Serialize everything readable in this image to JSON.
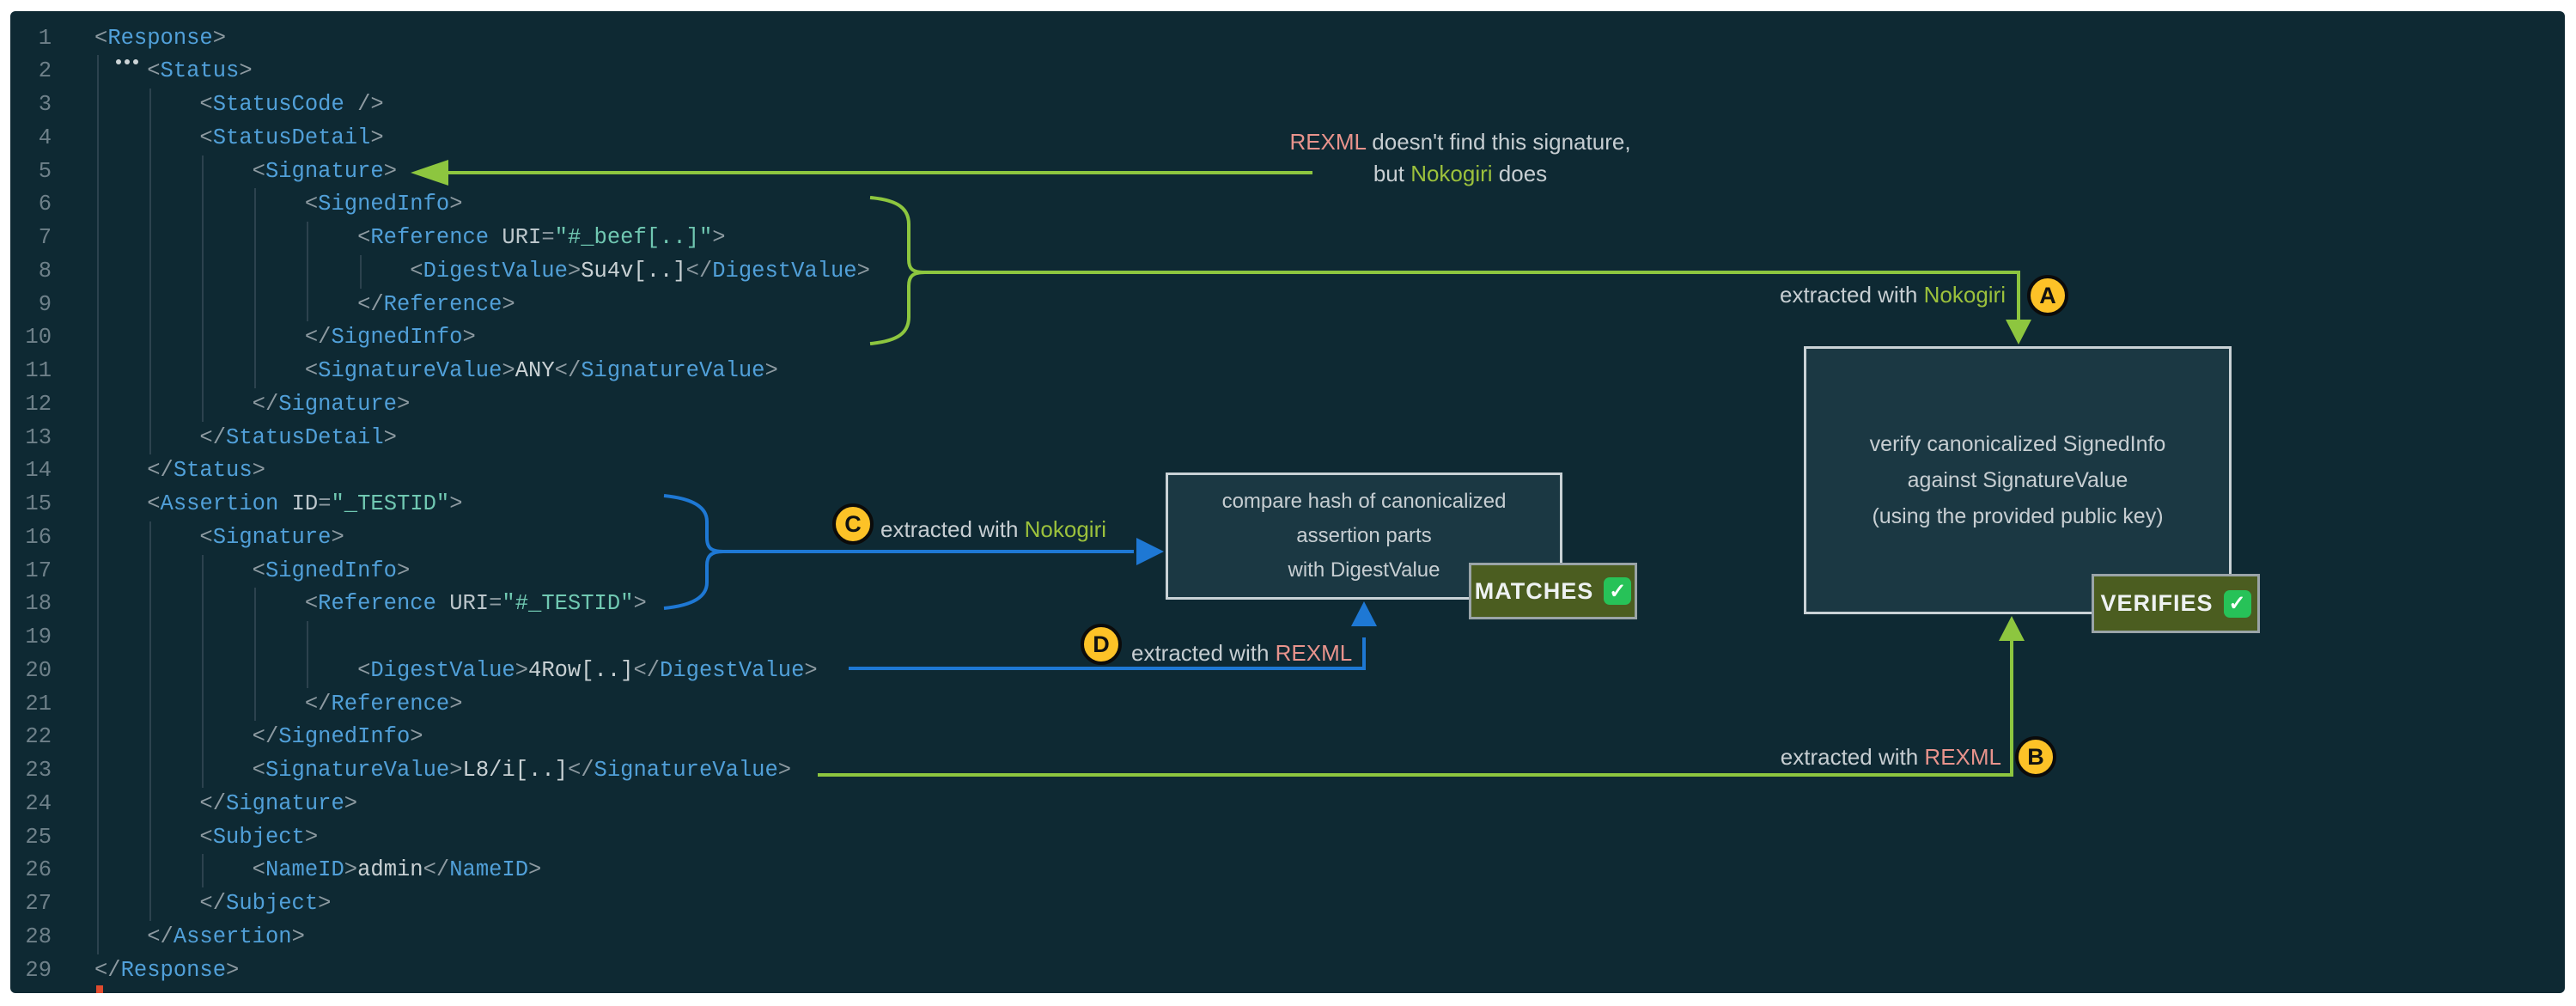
{
  "editor": {
    "line_count": 29,
    "language": "xml",
    "lines": [
      {
        "n": 1,
        "lvl": 0,
        "toks": [
          [
            "p",
            "<"
          ],
          [
            "t",
            "Response"
          ],
          [
            "p",
            ">"
          ]
        ]
      },
      {
        "n": 2,
        "lvl": 1,
        "toks": [
          [
            "p",
            "<"
          ],
          [
            "t",
            "Status"
          ],
          [
            "p",
            ">"
          ]
        ]
      },
      {
        "n": 3,
        "lvl": 2,
        "toks": [
          [
            "p",
            "<"
          ],
          [
            "t",
            "StatusCode"
          ],
          [
            "p",
            " />"
          ]
        ]
      },
      {
        "n": 4,
        "lvl": 2,
        "toks": [
          [
            "p",
            "<"
          ],
          [
            "t",
            "StatusDetail"
          ],
          [
            "p",
            ">"
          ]
        ]
      },
      {
        "n": 5,
        "lvl": 3,
        "toks": [
          [
            "p",
            "<"
          ],
          [
            "t",
            "Signature"
          ],
          [
            "p",
            ">"
          ]
        ]
      },
      {
        "n": 6,
        "lvl": 4,
        "toks": [
          [
            "p",
            "<"
          ],
          [
            "t",
            "SignedInfo"
          ],
          [
            "p",
            ">"
          ]
        ]
      },
      {
        "n": 7,
        "lvl": 5,
        "toks": [
          [
            "p",
            "<"
          ],
          [
            "t",
            "Reference"
          ],
          [
            "a",
            " URI"
          ],
          [
            "p",
            "="
          ],
          [
            "v",
            "\"#_beef[..]\""
          ],
          [
            "p",
            ">"
          ]
        ]
      },
      {
        "n": 8,
        "lvl": 6,
        "toks": [
          [
            "p",
            "<"
          ],
          [
            "t",
            "DigestValue"
          ],
          [
            "p",
            ">"
          ],
          [
            "x",
            "Su4v[..]"
          ],
          [
            "p",
            "</"
          ],
          [
            "t",
            "DigestValue"
          ],
          [
            "p",
            ">"
          ]
        ]
      },
      {
        "n": 9,
        "lvl": 5,
        "toks": [
          [
            "p",
            "</"
          ],
          [
            "t",
            "Reference"
          ],
          [
            "p",
            ">"
          ]
        ]
      },
      {
        "n": 10,
        "lvl": 4,
        "toks": [
          [
            "p",
            "</"
          ],
          [
            "t",
            "SignedInfo"
          ],
          [
            "p",
            ">"
          ]
        ]
      },
      {
        "n": 11,
        "lvl": 4,
        "toks": [
          [
            "p",
            "<"
          ],
          [
            "t",
            "SignatureValue"
          ],
          [
            "p",
            ">"
          ],
          [
            "x",
            "ANY"
          ],
          [
            "p",
            "</"
          ],
          [
            "t",
            "SignatureValue"
          ],
          [
            "p",
            ">"
          ]
        ]
      },
      {
        "n": 12,
        "lvl": 3,
        "toks": [
          [
            "p",
            "</"
          ],
          [
            "t",
            "Signature"
          ],
          [
            "p",
            ">"
          ]
        ]
      },
      {
        "n": 13,
        "lvl": 2,
        "toks": [
          [
            "p",
            "</"
          ],
          [
            "t",
            "StatusDetail"
          ],
          [
            "p",
            ">"
          ]
        ]
      },
      {
        "n": 14,
        "lvl": 1,
        "toks": [
          [
            "p",
            "</"
          ],
          [
            "t",
            "Status"
          ],
          [
            "p",
            ">"
          ]
        ]
      },
      {
        "n": 15,
        "lvl": 1,
        "toks": [
          [
            "p",
            "<"
          ],
          [
            "t",
            "Assertion"
          ],
          [
            "a",
            " ID"
          ],
          [
            "p",
            "="
          ],
          [
            "v",
            "\"_TESTID\""
          ],
          [
            "p",
            ">"
          ]
        ]
      },
      {
        "n": 16,
        "lvl": 2,
        "toks": [
          [
            "p",
            "<"
          ],
          [
            "t",
            "Signature"
          ],
          [
            "p",
            ">"
          ]
        ]
      },
      {
        "n": 17,
        "lvl": 3,
        "toks": [
          [
            "p",
            "<"
          ],
          [
            "t",
            "SignedInfo"
          ],
          [
            "p",
            ">"
          ]
        ]
      },
      {
        "n": 18,
        "lvl": 4,
        "toks": [
          [
            "p",
            "<"
          ],
          [
            "t",
            "Reference"
          ],
          [
            "a",
            " URI"
          ],
          [
            "p",
            "="
          ],
          [
            "v",
            "\"#_TESTID\""
          ],
          [
            "p",
            ">"
          ]
        ]
      },
      {
        "n": 19,
        "lvl": 5,
        "toks": []
      },
      {
        "n": 20,
        "lvl": 5,
        "toks": [
          [
            "p",
            "<"
          ],
          [
            "t",
            "DigestValue"
          ],
          [
            "p",
            ">"
          ],
          [
            "x",
            "4Row[..]"
          ],
          [
            "p",
            "</"
          ],
          [
            "t",
            "DigestValue"
          ],
          [
            "p",
            ">"
          ]
        ]
      },
      {
        "n": 21,
        "lvl": 4,
        "toks": [
          [
            "p",
            "</"
          ],
          [
            "t",
            "Reference"
          ],
          [
            "p",
            ">"
          ]
        ]
      },
      {
        "n": 22,
        "lvl": 3,
        "toks": [
          [
            "p",
            "</"
          ],
          [
            "t",
            "SignedInfo"
          ],
          [
            "p",
            ">"
          ]
        ]
      },
      {
        "n": 23,
        "lvl": 3,
        "toks": [
          [
            "p",
            "<"
          ],
          [
            "t",
            "SignatureValue"
          ],
          [
            "p",
            ">"
          ],
          [
            "x",
            "L8/i[..]"
          ],
          [
            "p",
            "</"
          ],
          [
            "t",
            "SignatureValue"
          ],
          [
            "p",
            ">"
          ]
        ]
      },
      {
        "n": 24,
        "lvl": 2,
        "toks": [
          [
            "p",
            "</"
          ],
          [
            "t",
            "Signature"
          ],
          [
            "p",
            ">"
          ]
        ]
      },
      {
        "n": 25,
        "lvl": 2,
        "toks": [
          [
            "p",
            "<"
          ],
          [
            "t",
            "Subject"
          ],
          [
            "p",
            ">"
          ]
        ]
      },
      {
        "n": 26,
        "lvl": 3,
        "toks": [
          [
            "p",
            "<"
          ],
          [
            "t",
            "NameID"
          ],
          [
            "p",
            ">"
          ],
          [
            "x",
            "admin"
          ],
          [
            "p",
            "</"
          ],
          [
            "t",
            "NameID"
          ],
          [
            "p",
            ">"
          ]
        ]
      },
      {
        "n": 27,
        "lvl": 2,
        "toks": [
          [
            "p",
            "</"
          ],
          [
            "t",
            "Subject"
          ],
          [
            "p",
            ">"
          ]
        ]
      },
      {
        "n": 28,
        "lvl": 1,
        "toks": [
          [
            "p",
            "</"
          ],
          [
            "t",
            "Assertion"
          ],
          [
            "p",
            ">"
          ]
        ]
      },
      {
        "n": 29,
        "lvl": 0,
        "toks": [
          [
            "p",
            "</"
          ],
          [
            "t",
            "Response"
          ],
          [
            "p",
            ">"
          ]
        ]
      }
    ]
  },
  "annotations": {
    "note": {
      "l1a": "REXML",
      "l1b": " doesn't find this signature,",
      "l2a": "but ",
      "l2b": "Nokogiri",
      "l2c": " does"
    },
    "labels": {
      "a": {
        "text": "extracted with ",
        "lib": "Nokogiri"
      },
      "b": {
        "text": "extracted with ",
        "lib": "REXML"
      },
      "c": {
        "text": "extracted with ",
        "lib": "Nokogiri"
      },
      "d": {
        "text": "extracted with ",
        "lib": "REXML"
      }
    },
    "markers": {
      "a": "A",
      "b": "B",
      "c": "C",
      "d": "D"
    }
  },
  "boxes": {
    "verify": {
      "l1": "verify canonicalized SignedInfo",
      "l2": "against SignatureValue",
      "l3": "(using the provided public key)"
    },
    "compare": {
      "l1": "compare hash of canonicalized",
      "l2": "assertion parts",
      "l3": "with DigestValue"
    }
  },
  "badges": {
    "matches": "MATCHES",
    "verifies": "VERIFIES",
    "check": "✓"
  },
  "colors": {
    "editor_bg": "#0e2933",
    "box_fill": "#1b3843",
    "box_border": "#c9d2d6",
    "arrow_green": "#8dc63f",
    "arrow_blue": "#1e78d4",
    "rexml_salmon": "#e8938c",
    "nokogiri_green": "#9cc13c",
    "marker_yellow": "#fdc227",
    "badge_olive": "#4b5d20",
    "check_green": "#27c258",
    "tag_blue": "#51a0d9",
    "attr_value_teal": "#70c8b2"
  }
}
